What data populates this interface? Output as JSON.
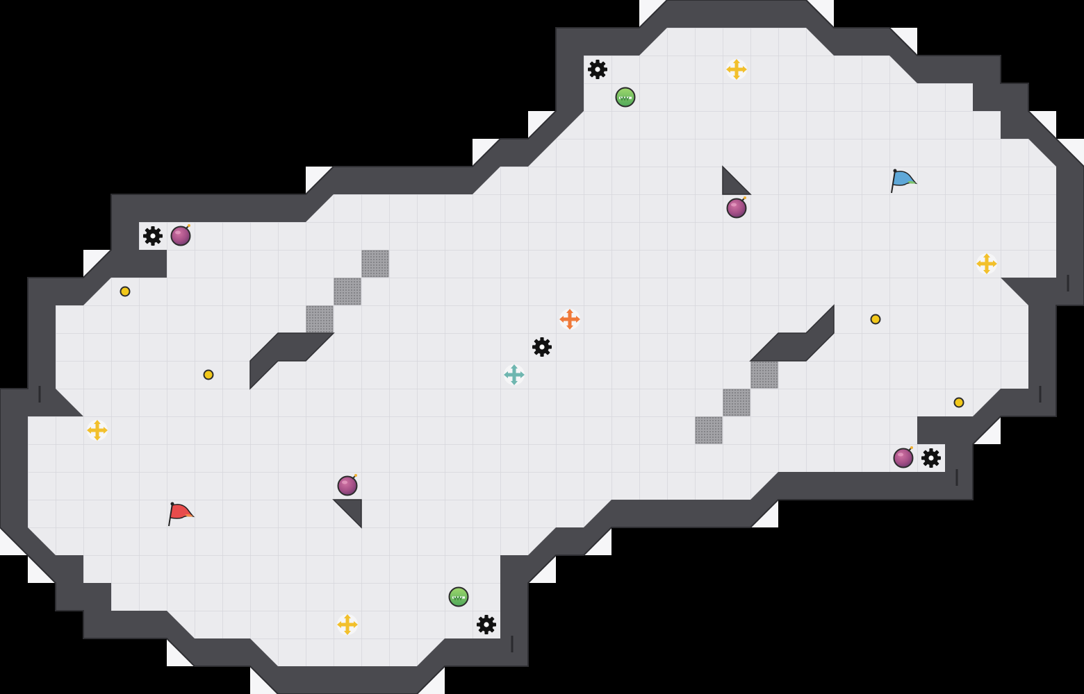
{
  "game": {
    "colors": {
      "background": "#000000",
      "floor": "#ebebee",
      "grid_line": "#d9d9de",
      "wall": "#4a4a4f",
      "wall_edge": "#2e2e32",
      "outer_tile": "#f4f4f6",
      "vent": "#8f8f93"
    },
    "items": [
      {
        "type": "gear",
        "icon": "gear-icon"
      },
      {
        "type": "gear",
        "icon": "gear-icon"
      },
      {
        "type": "gear",
        "icon": "gear-icon"
      },
      {
        "type": "gear",
        "icon": "gear-icon"
      },
      {
        "type": "gear",
        "icon": "gear-icon"
      },
      {
        "type": "bomb",
        "icon": "bomb-icon",
        "color": "#b05a8c"
      },
      {
        "type": "bomb",
        "icon": "bomb-icon",
        "color": "#b05a8c"
      },
      {
        "type": "bomb",
        "icon": "bomb-icon",
        "color": "#b05a8c"
      },
      {
        "type": "bomb",
        "icon": "bomb-icon",
        "color": "#b05a8c"
      },
      {
        "type": "shield",
        "icon": "shield-orb-icon",
        "color": "#7cc36b"
      },
      {
        "type": "shield",
        "icon": "shield-orb-icon",
        "color": "#7cc36b"
      },
      {
        "type": "powerup",
        "icon": "yellow-cross-arrows-icon",
        "color": "#f2c02c"
      },
      {
        "type": "powerup",
        "icon": "yellow-cross-arrows-icon",
        "color": "#f2c02c"
      },
      {
        "type": "powerup",
        "icon": "yellow-cross-arrows-icon",
        "color": "#f2c02c"
      },
      {
        "type": "powerup",
        "icon": "yellow-cross-arrows-icon",
        "color": "#f2c02c"
      },
      {
        "type": "powerup",
        "icon": "orange-cross-arrows-icon",
        "color": "#f07a3a"
      },
      {
        "type": "powerup",
        "icon": "teal-cross-arrows-icon",
        "color": "#6fb6b0"
      },
      {
        "type": "coin",
        "icon": "coin-icon",
        "color": "#f2c81a"
      },
      {
        "type": "coin",
        "icon": "coin-icon",
        "color": "#f2c81a"
      },
      {
        "type": "coin",
        "icon": "coin-icon",
        "color": "#f2c81a"
      },
      {
        "type": "coin",
        "icon": "coin-icon",
        "color": "#f2c81a"
      },
      {
        "type": "flag",
        "icon": "red-flag-icon",
        "color": "#e84c4c"
      },
      {
        "type": "flag",
        "icon": "blue-flag-icon",
        "color": "#5fa8d8"
      }
    ]
  }
}
